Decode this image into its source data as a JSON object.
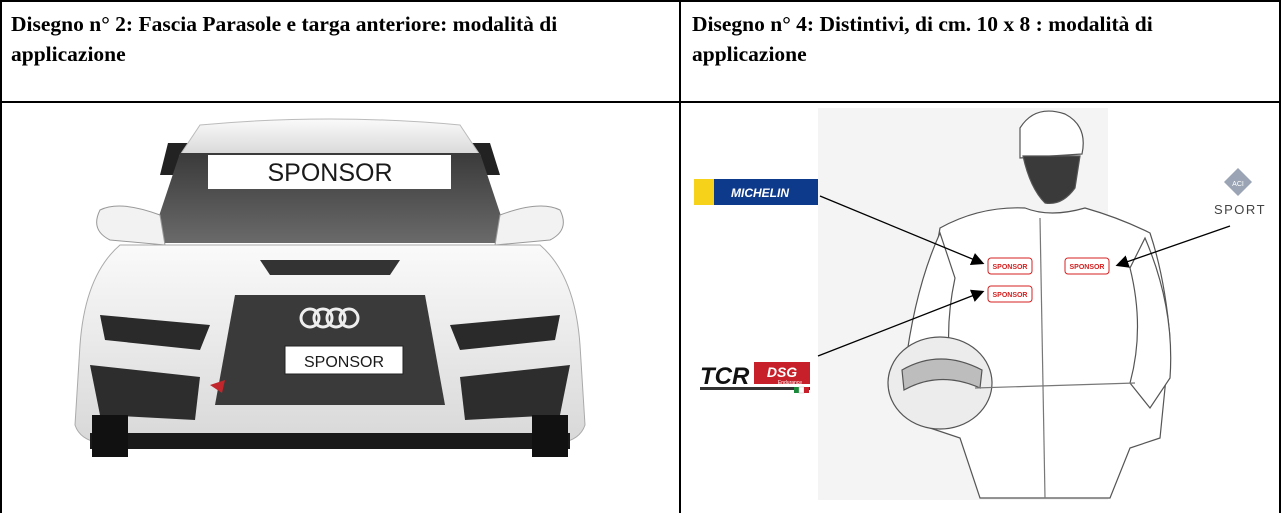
{
  "headers": {
    "left": "Disegno n° 2: Fascia Parasole e targa anteriore: modalità di applicazione",
    "right": "Disegno n° 4: Distintivi, di cm. 10 x 8 : modalità di applicazione"
  },
  "car": {
    "windshield_banner": "SPONSOR",
    "front_plate": "SPONSOR"
  },
  "driver": {
    "patch_label": "SPONSOR",
    "logos": {
      "michelin": "MICHELIN",
      "aci_top": "ACI",
      "aci_bottom": "SPORT",
      "tcr": "TCR",
      "dsg": "DSG",
      "dsg_sub": "Endurance"
    }
  }
}
